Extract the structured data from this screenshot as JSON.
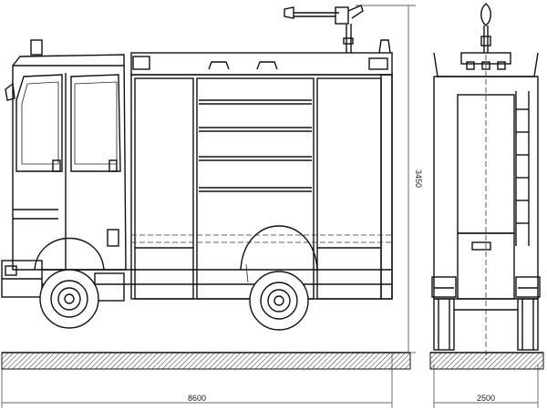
{
  "dimensions": {
    "length_label": "8600",
    "height_label": "3450",
    "width_label": "2500"
  }
}
